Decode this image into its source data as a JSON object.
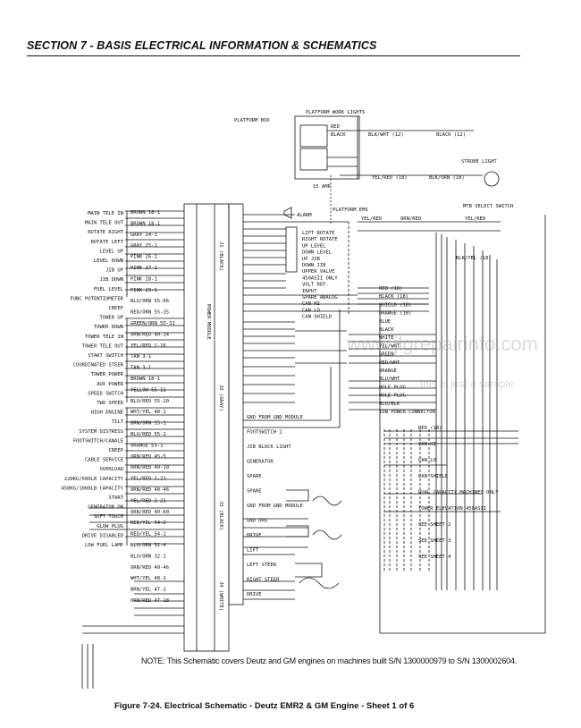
{
  "header": {
    "section_title": "SECTION 7 - BASIS ELECTRICAL INFORMATION & SCHEMATICS"
  },
  "top": {
    "platform_box": "PLATFORM BOX",
    "platform_work_lights": "PLATFORM WORK LIGHTS",
    "strobe_light": "STROBE LIGHT",
    "fuse": "15 AMP",
    "platform_ems": "PLATFORM EMS",
    "mtb_select": "MTB SELECT SWITCH",
    "alarm": "ALARM",
    "wire_red": "RED",
    "wire_black": "BLACK",
    "wire_blk_wht_12": "BLK/WHT (12)",
    "wire_black_12": "BLACK (12)",
    "wire_yel_red_18": "YEL/RED (18)",
    "wire_blk_orn_18": "BLK/ORN (18)",
    "wire_yel_red_9": "YEL/RED",
    "wire_orn_red_9": "ORN/RED",
    "wire_yel_red_b": "YEL/RED",
    "wire_blk_yel_18": "BLK/YEL (18)"
  },
  "left_labels": [
    "MAIN TELE IN",
    "MAIN TELE OUT",
    "ROTATE RIGHT",
    "ROTATE LEFT",
    "LEVEL UP",
    "LEVEL DOWN",
    "JIB UP",
    "JIB DOWN",
    "FUEL LEVEL",
    "FUNC POTENTIOMETER",
    "CREEP",
    "TOWER UP",
    "TOWER DOWN",
    "TOWER TELE IN",
    "TOWER TELE OUT",
    "START SWITCH",
    "COORDINATED STEER",
    "TOWER POWER",
    "AUX POWER",
    "SPEED SWITCH",
    "TWO SPEED",
    "HIGH ENGINE",
    "TILT",
    "SYSTEM DISTRESS",
    "FOOTSWITCH/CANALE",
    "CREEP",
    "CABLE SERVICE",
    "OVERLOAD",
    "220KG/500LB CAPACITY",
    "450KG/1000LB CAPACITY",
    "START",
    "GENERATOR ON",
    "SOFT TOUCH",
    "GLOW PLUG",
    "DRIVE DISABLED",
    "LOW FUEL LAMP"
  ],
  "left_wires": [
    "BROWN 18-1",
    "BROWN 18-1",
    "GRAY 24-1",
    "GRAY 25-1",
    "PINK 26-1",
    "PINK 27-1",
    "PINK 28-1",
    "PINK 29-1",
    "BLU/ORN 55-66",
    "RED/ORN 55-35",
    "GREEN/ORN 55-31",
    "ORN/RED 40-14",
    "YEL/RED 2-16",
    "TAN 3-1",
    "TAN 3-1",
    "BROWN 18-1",
    "YELLOW 55-11",
    "BLU/RED 55-20",
    "WHT/YEL 48-1",
    "BRN/ORN 55-1",
    "BLU/RED 55-1",
    "ORANGE 55-1",
    "ORN/RED 45-5",
    "ORN/RED 49-10",
    "YEL/RED 2-21",
    "ORN/RED 40-46",
    "YEL/RED 2-21",
    "ORN/RED 40-60",
    "RED/YEL 54-2",
    "RED/YEL 54-1",
    "BLU/ORN 32-4",
    "BLU/ORN 32-1",
    "ORN/RED 49-46",
    "WHT/YEL 48-1",
    "BRN/YEL 47-1",
    "ORN/RED 47-18"
  ],
  "connectors": {
    "j1": "J1 (BLACK)",
    "j2": "J2 (GRAY)",
    "j3": "J3 (BLACK)",
    "j4": "J4 (WHITE)",
    "main": "POWER MODULE"
  },
  "mid_labels": [
    "LIFT ROTATE",
    "RIGHT ROTATE",
    "UP LEVEL",
    "DOWN LEVEL",
    "UP JIB",
    "DOWN JIB",
    "UPPER VALVE",
    "450ASII ONLY",
    "VOLT REF.",
    "INPUT",
    "SPARE ANALOG",
    "CAN HI",
    "CAN LO",
    "CAN SHIELD",
    "GND FROM GND MODULE",
    "FOOTSWITCH 2",
    "JIB BLOCK LIGHT",
    "GENERATOR",
    "SPARE",
    "SPARE",
    "GND FROM GND MODULE",
    "GND DHS",
    "DRIVE",
    "LIFT",
    "LEFT STEER",
    "RIGHT STEER",
    "DRIVE"
  ],
  "right_labels": [
    "RED (18)",
    "BLACK (18)",
    "SHIELD (18)",
    "ORANGE (18)",
    "BLUE",
    "BLACK",
    "WHITE",
    "YEL/WHT",
    "GREEN",
    "RED/WHT",
    "ORANGE",
    "BLU/WHT",
    "HOLE PLUG",
    "HOLE PLUG",
    "BLU/BLK",
    "ION POWER CONNECTOR",
    "RED (18)",
    "CAN HI",
    "CAN LO",
    "CAN SHIELD",
    "DUAL CAPACITY MACHINES ONLY",
    "TOWER ELEVATION 450ASII",
    "SEE SHEET 2",
    "SEE SHEET 3",
    "SEE SHEET 4"
  ],
  "watermark": {
    "text": "www.jlgrepairinfo.com",
    "sub": "this is just a sample"
  },
  "note": "NOTE: This Schematic covers Deutz and GM engines on machines built S/N 1300000979 to S/N 1300002604.",
  "caption": "Figure 7-24.  Electrical Schematic - Deutz EMR2 & GM Engine - Sheet 1 of 6"
}
